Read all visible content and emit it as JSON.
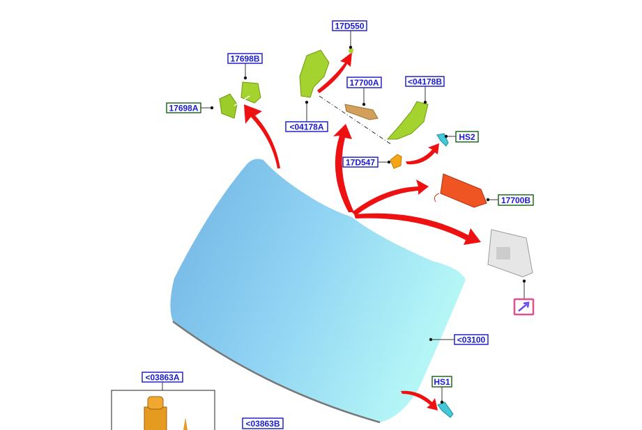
{
  "diagram": {
    "title": "Windshield glass exploded parts view",
    "colors": {
      "label_border_blue": "#2222cc",
      "label_border_green": "#1e6b1e",
      "label_text": "#1a1ad0",
      "arrow": "#ee1111",
      "glass": "#7ec8ee"
    },
    "labels": {
      "17D550": "17D550",
      "17698B": "17698B",
      "17698A": "17698A",
      "17700A": "17700A",
      "04178B": "<04178B",
      "04178A": "<04178A",
      "HS2": "HS2",
      "17D547": "17D547",
      "17700B": "17700B",
      "03100": "<03100",
      "HS1": "HS1",
      "03863A": "<03863A",
      "03863B": "<03863B"
    },
    "link_icon": "arrow-link-icon"
  }
}
